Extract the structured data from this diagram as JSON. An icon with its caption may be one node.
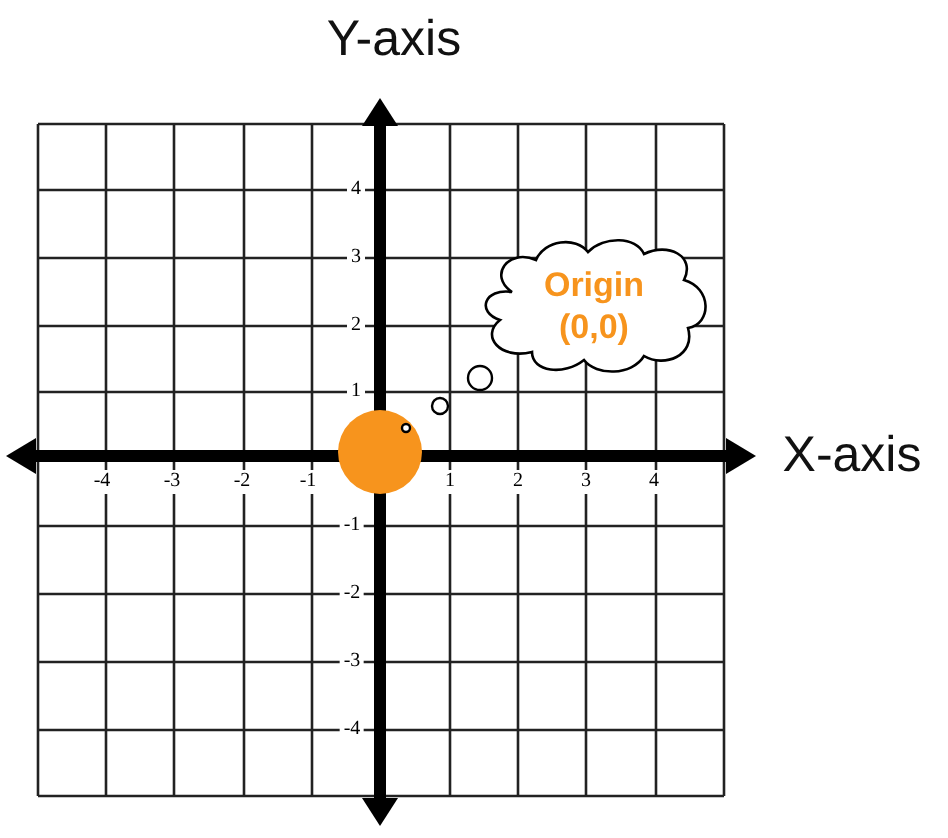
{
  "diagram": {
    "nodes": [
      {
        "text": [
          "Origin (0,0)"
        ]
      }
    ],
    "labels": [
      "Y-axis",
      "4",
      "3",
      "2",
      "1",
      "X-axis",
      "-4",
      "-3",
      "-2",
      "-1",
      "1",
      "2",
      "3",
      "4",
      "-1",
      "-2",
      "-3",
      "-4"
    ]
  }
}
